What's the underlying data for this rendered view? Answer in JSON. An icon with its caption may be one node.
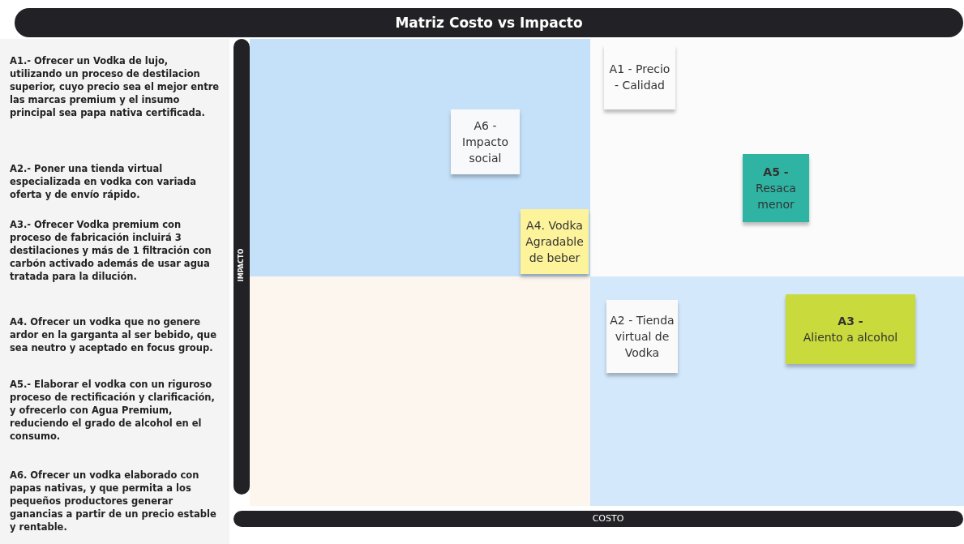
{
  "diagram": {
    "title": "Matriz Costo vs Impacto",
    "nodes": [
      {
        "text": [
          "A1 - Precio - Calidad"
        ]
      },
      {
        "text": [
          "A6 - Impacto social"
        ]
      },
      {
        "text": [
          "A5 -",
          "Resaca menor"
        ]
      },
      {
        "text": [
          "A4. Vodka Agradable de beber"
        ]
      },
      {
        "text": [
          "A2 - Tienda virtual de Vodka"
        ]
      },
      {
        "text": [
          "A3 -",
          "Aliento a alcohol"
        ]
      }
    ],
    "edges": [],
    "labels": [
      "A1.- Ofrecer un Vodka de lujo, utilizando un proceso de destilacion superior, cuyo precio sea el mejor entre las marcas premium y el insumo principal sea papa nativa certificada.",
      "A2.- Poner una tienda virtual especializada en vodka con variada oferta y de envío rápido.",
      "A3.- Ofrecer Vodka premium con proceso de fabricación incluirá 3 destilaciones y más de 1 filtración con carbón activado además de usar agua tratada para la dilución.",
      "A4. Ofrecer un vodka que no genere ardor en la garganta al ser bebido, que sea neutro y aceptado en focus group.",
      "A5.- Elaborar el vodka con un riguroso proceso de rectificación y clarificación, y ofrecerlo con Agua Premium, reduciendo el grado de alcohol en el consumo.",
      "A6. Ofrecer un vodka elaborado con papas nativas, y que permita a los pequeños productores generar ganancias a partir de un precio estable y rentable.",
      "IMPACTO",
      "COSTO"
    ]
  }
}
